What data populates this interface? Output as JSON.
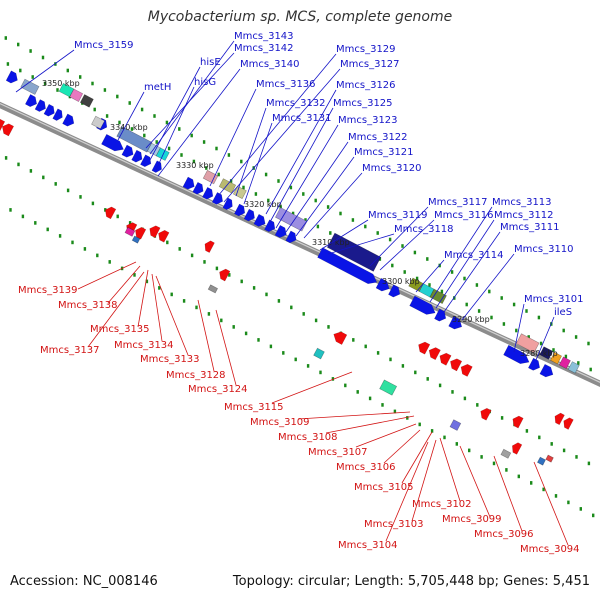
{
  "title": "Mycobacterium sp. MCS, complete genome",
  "footer": {
    "accession": "Accession: NC_008146",
    "topology": "Topology: circular; Length: 5,705,448 bp; Genes: 5,451"
  },
  "colors": {
    "forward_label": "#1414c8",
    "reverse_label": "#d21414",
    "forward_arrow": "#0a14e6",
    "reverse_arrow": "#f00a0a",
    "backbone": "#8c8c8c",
    "tick": "#1a8a1a"
  },
  "ticks": [
    "3350 kbp",
    "3340 kbp",
    "3330 kbp",
    "3320 kbp",
    "3310 kbp",
    "3300 kbp",
    "3290 kbp",
    "3280 kbp"
  ],
  "forward_genes": [
    "Mmcs_3159",
    "Mmcs_3143",
    "Mmcs_3142",
    "hisE",
    "hisG",
    "Mmcs_3140",
    "metH",
    "Mmcs_3136",
    "Mmcs_3132",
    "Mmcs_3131",
    "Mmcs_3129",
    "Mmcs_3127",
    "Mmcs_3126",
    "Mmcs_3125",
    "Mmcs_3123",
    "Mmcs_3122",
    "Mmcs_3121",
    "Mmcs_3120",
    "Mmcs_3119",
    "Mmcs_3118",
    "Mmcs_3117",
    "Mmcs_3116",
    "Mmcs_3114",
    "Mmcs_3113",
    "Mmcs_3112",
    "Mmcs_3111",
    "Mmcs_3110",
    "Mmcs_3101",
    "ileS"
  ],
  "reverse_genes": [
    "Mmcs_3139",
    "Mmcs_3138",
    "Mmcs_3135",
    "Mmcs_3137",
    "Mmcs_3134",
    "Mmcs_3133",
    "Mmcs_3128",
    "Mmcs_3124",
    "Mmcs_3115",
    "Mmcs_3109",
    "Mmcs_3108",
    "Mmcs_3107",
    "Mmcs_3106",
    "Mmcs_3105",
    "Mmcs_3102",
    "Mmcs_3099",
    "Mmcs_3103",
    "Mmcs_3096",
    "Mmcs_3104",
    "Mmcs_3094"
  ]
}
